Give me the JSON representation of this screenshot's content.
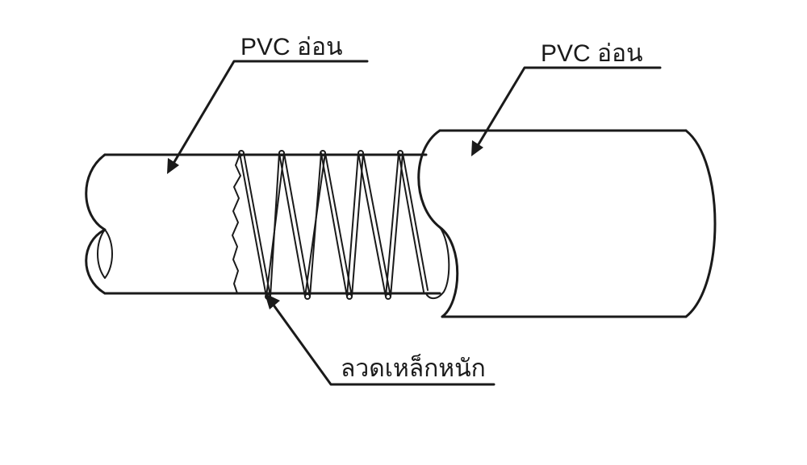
{
  "labels": {
    "soft_pvc_inner": "PVC อ่อน",
    "soft_pvc_outer": "PVC อ่อน",
    "steel_wire": "ลวดเหล็กหนัก"
  },
  "colors": {
    "line": "#1a1a1a",
    "background": "#ffffff"
  }
}
